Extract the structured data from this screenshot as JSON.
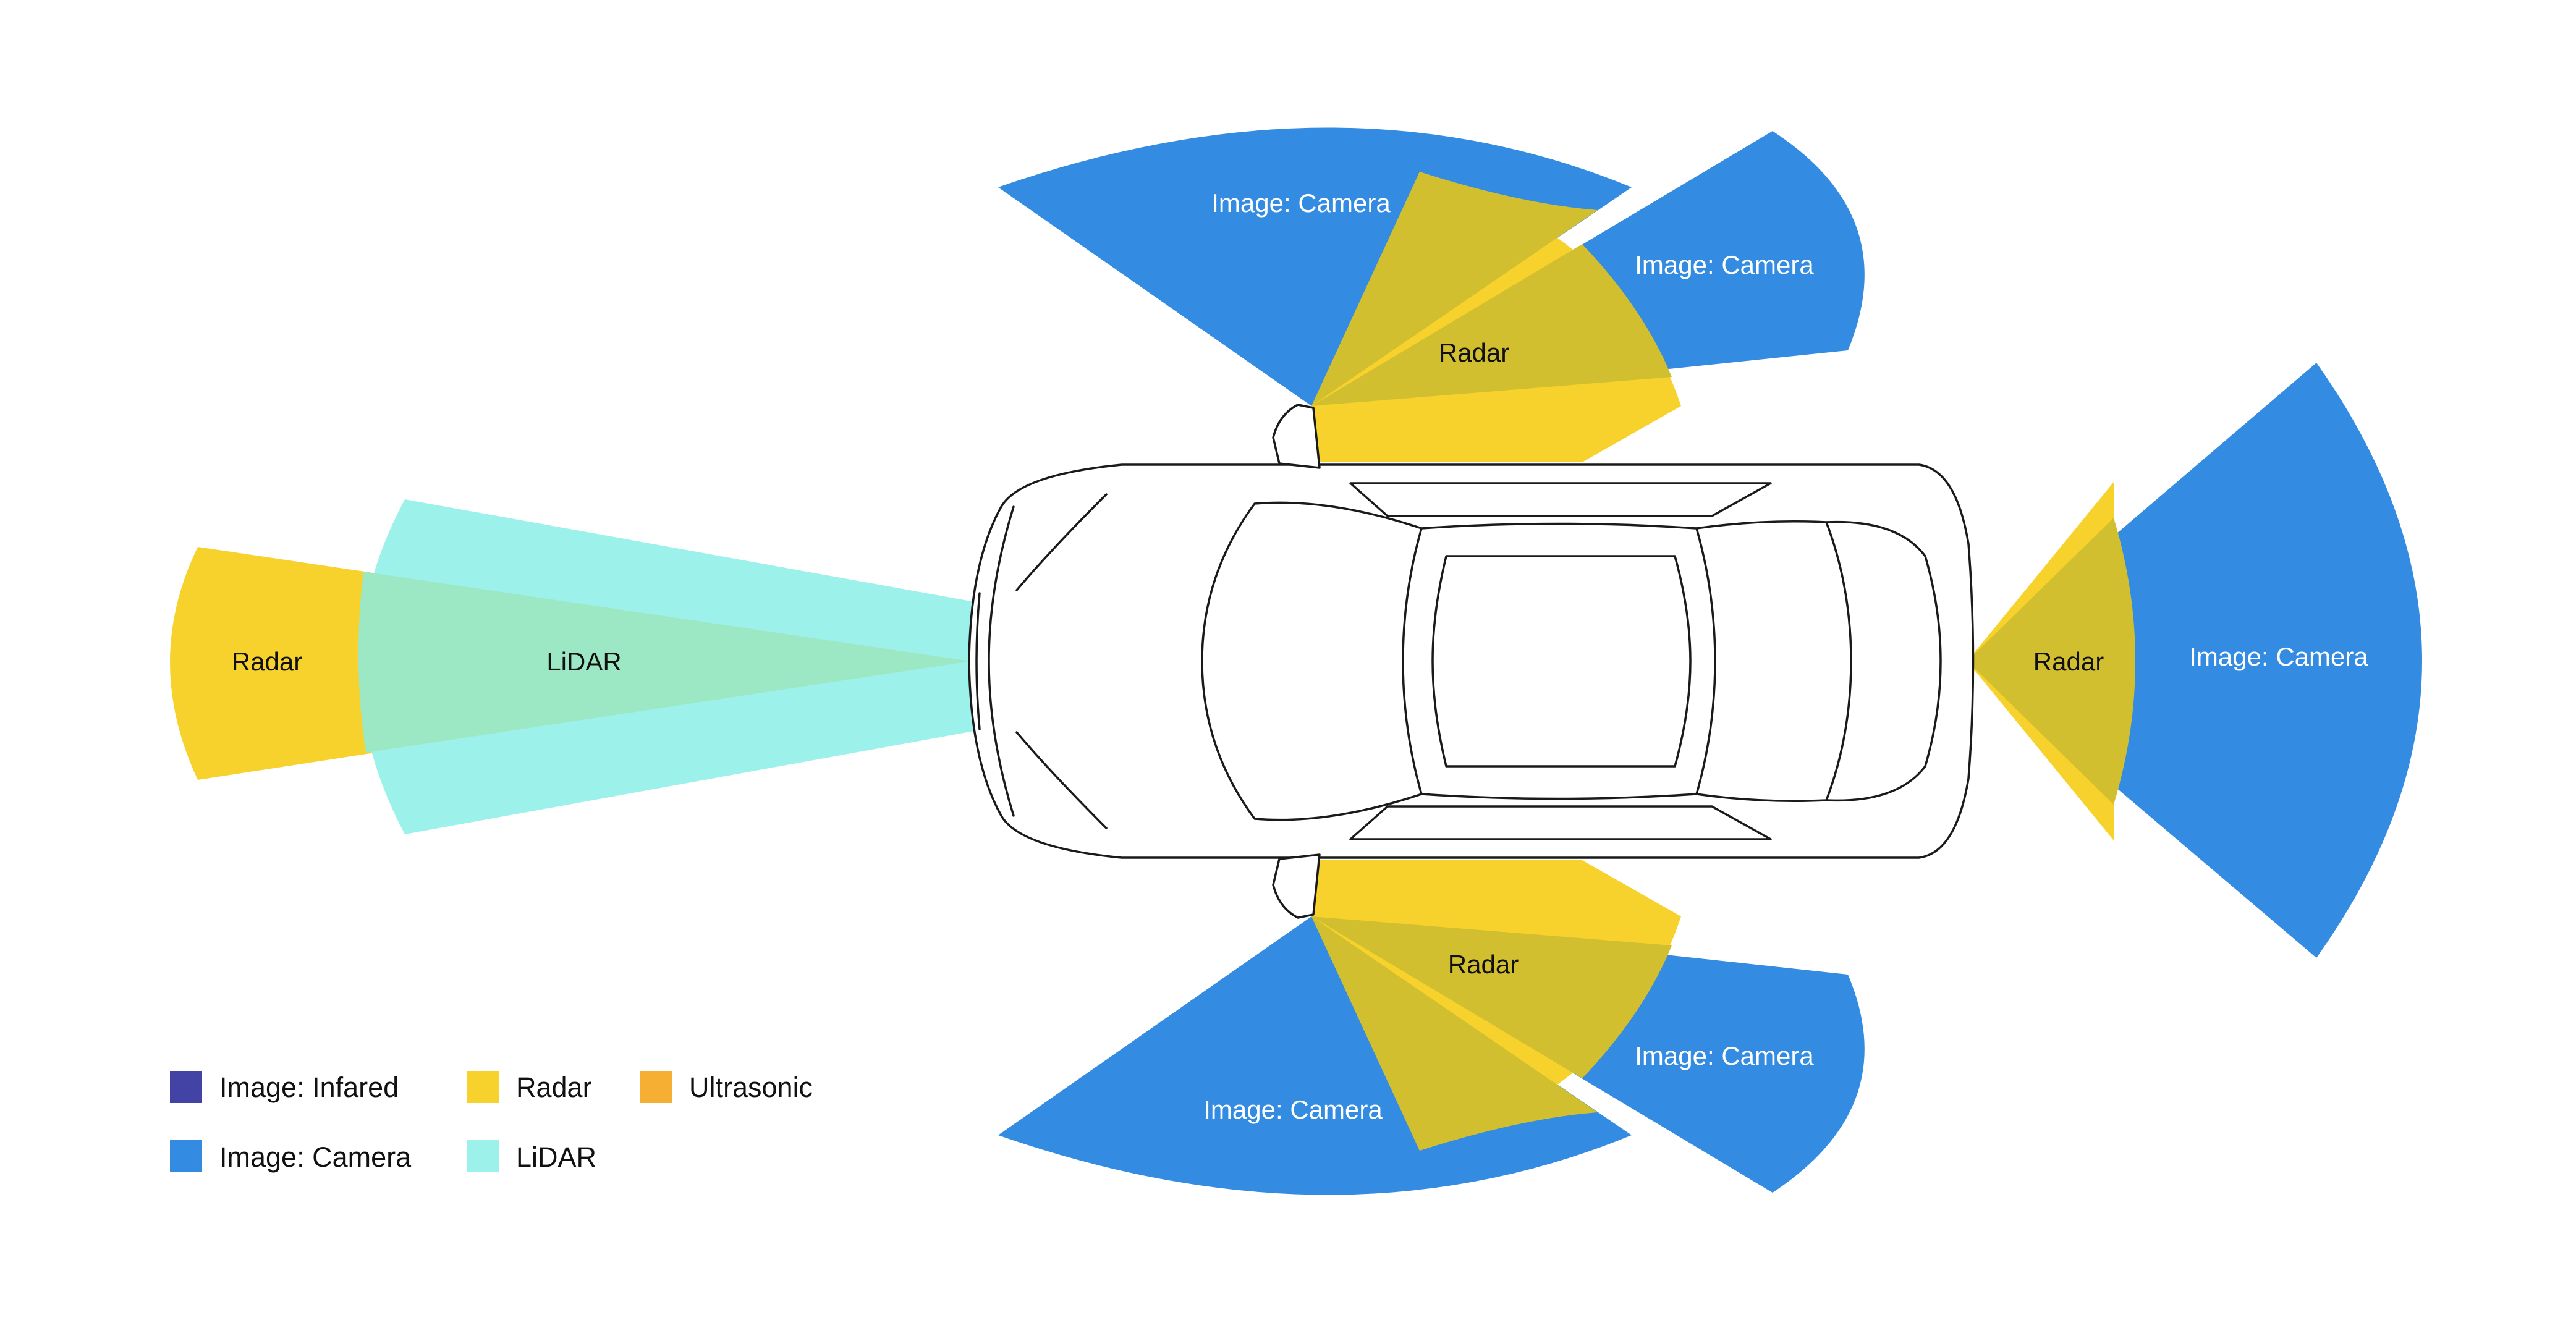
{
  "colors": {
    "infrared": "#4343a6",
    "camera": "#348ce2",
    "radar": "#f8d22c",
    "radar_overlap": "#d2bf30",
    "ultrasonic": "#f6ae33",
    "lidar": "#9cf1ea",
    "lidar_radar_overlap": "#9ce8c4"
  },
  "zones": {
    "front_radar": "Radar",
    "front_lidar": "LiDAR",
    "top_camera_rear": "Image: Camera",
    "top_camera_side": "Image: Camera",
    "top_radar": "Radar",
    "bottom_camera_rear": "Image: Camera",
    "bottom_camera_side": "Image: Camera",
    "bottom_radar": "Radar",
    "rear_radar": "Radar",
    "rear_camera": "Image: Camera"
  },
  "legend": [
    {
      "label": "Image: Infared",
      "color": "#4343a6"
    },
    {
      "label": "Radar",
      "color": "#f8d22c"
    },
    {
      "label": "Ultrasonic",
      "color": "#f6ae33"
    },
    {
      "label": "Image: Camera",
      "color": "#348ce2"
    },
    {
      "label": "LiDAR",
      "color": "#9cf1ea"
    }
  ]
}
